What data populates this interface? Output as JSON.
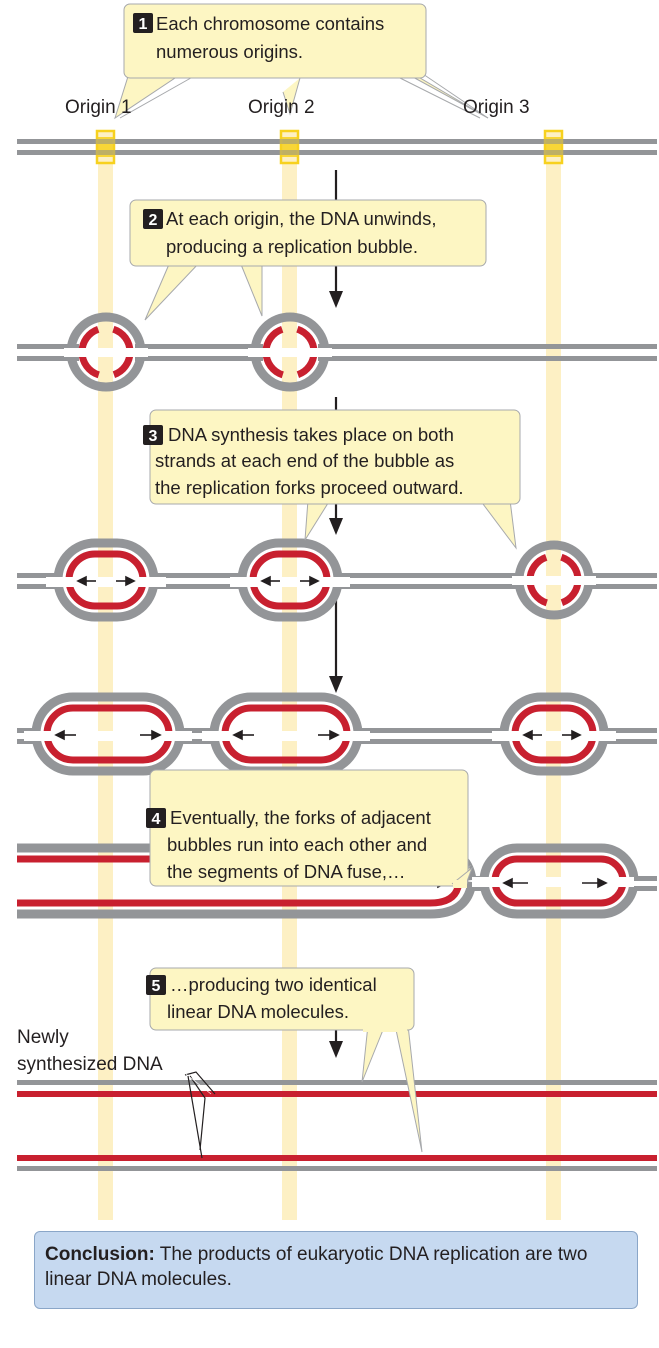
{
  "labels": {
    "origin_1": "Origin 1",
    "origin_2": "Origin 2",
    "origin_3": "Origin 3",
    "newly_synthesized_line1": "Newly",
    "newly_synthesized_line2": "synthesized DNA"
  },
  "steps": [
    {
      "number": "1",
      "lines": [
        "Each chromosome contains",
        "numerous origins."
      ]
    },
    {
      "number": "2",
      "lines": [
        "At each origin, the DNA unwinds,",
        "producing a replication bubble."
      ]
    },
    {
      "number": "3",
      "lines": [
        "DNA synthesis takes place on both",
        "strands at each end of the bubble as",
        "the replication forks proceed outward."
      ]
    },
    {
      "number": "4",
      "lines": [
        "Eventually, the forks of adjacent",
        "bubbles run into each other and",
        "the segments of DNA fuse,…"
      ]
    },
    {
      "number": "5",
      "lines": [
        "…producing two identical",
        "linear DNA molecules."
      ]
    }
  ],
  "conclusion": {
    "label": "Conclusion:",
    "text": " The products of eukaryotic DNA replication are two linear DNA molecules."
  },
  "colors": {
    "parental_strand": "#939598",
    "new_strand": "#c8202f",
    "origin_marker": "#f7d11e",
    "origin_guide": "#fdf0c4",
    "callout_fill": "#fdf6c3",
    "callout_border": "#a7a9ac",
    "badge": "#231f20",
    "conclusion_fill": "#c6d9f0"
  }
}
